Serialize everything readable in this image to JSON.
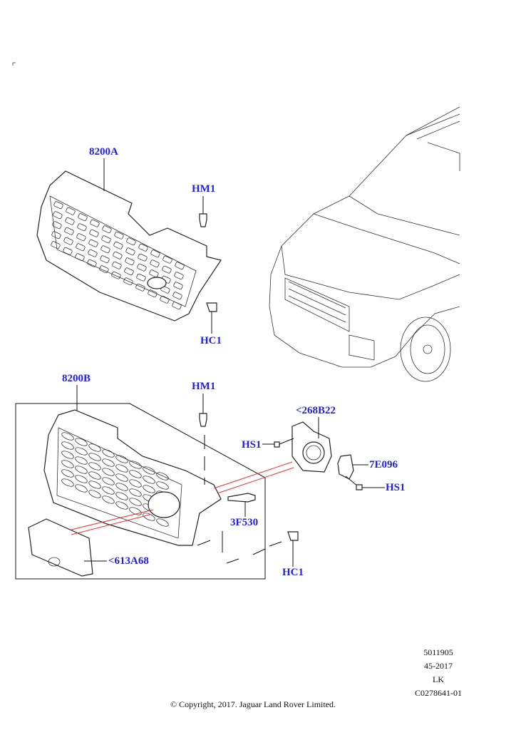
{
  "callouts": {
    "grille_a": "8200A",
    "hm1_top": "HM1",
    "hc1_top": "HC1",
    "grille_b": "8200B",
    "hm1_bottom": "HM1",
    "camera": "<268B22",
    "hs1_left": "HS1",
    "sensor": "7E096",
    "hs1_right": "HS1",
    "connector": "3F530",
    "insert": "<613A68",
    "hc1_bottom": "HC1"
  },
  "meta": {
    "line1": "5011905",
    "line2": "45-2017",
    "line3": "LK",
    "line4": "C0278641-01"
  },
  "copyright": "© Copyright, 2017. Jaguar Land Rover Limited.",
  "colors": {
    "callout": "#1f1fe6",
    "leader_red": "#ee3333"
  }
}
